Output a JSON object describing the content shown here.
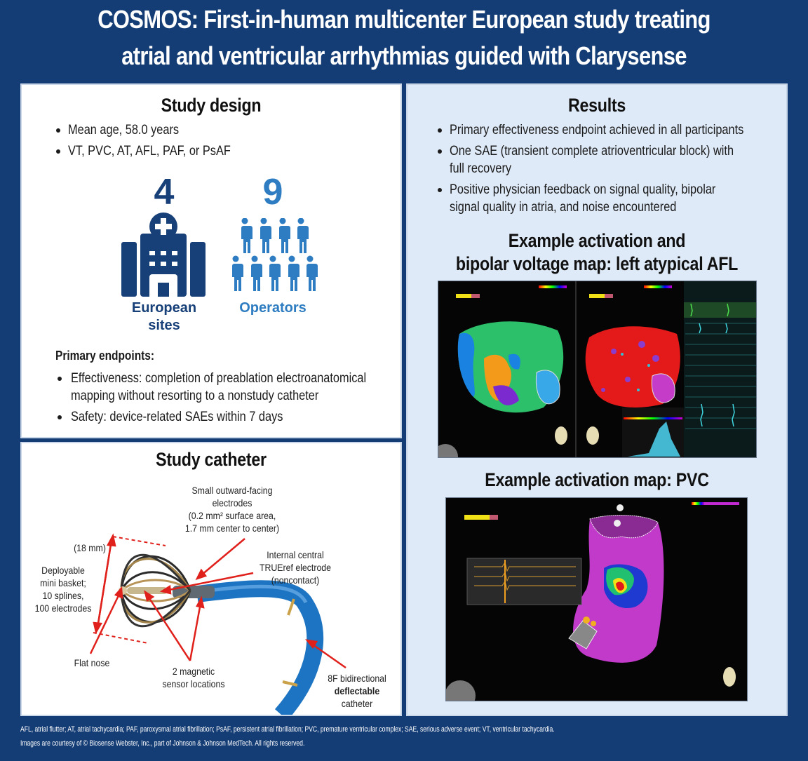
{
  "header": {
    "title_line1": "COSMOS: First-in-human multicenter European study treating",
    "title_line2": "atrial and ventricular arrhythmias guided with Clarysense"
  },
  "study_design": {
    "heading": "Study design",
    "bullets": [
      "Mean age, 58.0 years",
      "VT, PVC, AT, AFL, PAF, or PsAF"
    ],
    "stats": [
      {
        "value": "4",
        "label_line1": "European",
        "label_line2": "sites",
        "icon": "hospital-icon",
        "color": "#173f78"
      },
      {
        "value": "9",
        "label_line1": "Operators",
        "label_line2": "",
        "icon": "people-icon",
        "color": "#2e7cc1"
      }
    ],
    "endpoints_heading": "Primary endpoints:",
    "endpoints": [
      {
        "line1": "Effectiveness: completion of preablation electroanatomical",
        "line2": "mapping without resorting to a nonstudy catheter"
      },
      {
        "line1": "Safety: device-related SAEs within 7 days",
        "line2": ""
      }
    ]
  },
  "study_catheter": {
    "heading": "Study catheter",
    "labels": {
      "electrodes": [
        "Small outward-facing",
        "electrodes",
        "(0.2 mm² surface area,",
        "1.7 mm center to center)"
      ],
      "size": "(18 mm)",
      "basket": [
        "Deployable",
        "mini basket;",
        "10 splines,",
        "100 electrodes"
      ],
      "trueref": [
        "Internal central",
        "TRUEref electrode",
        "(noncontact)"
      ],
      "nose": "Flat nose",
      "sensors": [
        "2 magnetic",
        "sensor locations"
      ],
      "shaft": [
        "8F bidirectional",
        "deflectable",
        "catheter"
      ]
    }
  },
  "results": {
    "heading": "Results",
    "bullets": [
      {
        "line1": "Primary effectiveness endpoint achieved in all participants",
        "line2": ""
      },
      {
        "line1": "One SAE (transient complete atrioventricular block) with",
        "line2": "full recovery"
      },
      {
        "line1": "Positive physician feedback on signal quality, bipolar",
        "line2": "signal quality in atria, and noise encountered"
      }
    ],
    "afl_heading_line1": "Example activation and",
    "afl_heading_line2": "bipolar voltage map: left atypical AFL",
    "pvc_heading": "Example activation map: PVC"
  },
  "footer": {
    "abbreviations": "AFL, atrial flutter; AT, atrial tachycardia; PAF, paroxysmal atrial fibrillation; PsAF, persistent atrial fibrillation; PVC, premature ventricular complex; SAE, serious adverse event; VT, ventricular tachycardia.",
    "credit": "Images are courtesy of © Biosense Webster, Inc., part of Johnson & Johnson MedTech. All rights reserved."
  },
  "colors": {
    "background": "#153d75",
    "results_panel": "#dfeaf8",
    "navy": "#173f78",
    "azure": "#2e7cc1",
    "annotation_red": "#e0201b"
  }
}
